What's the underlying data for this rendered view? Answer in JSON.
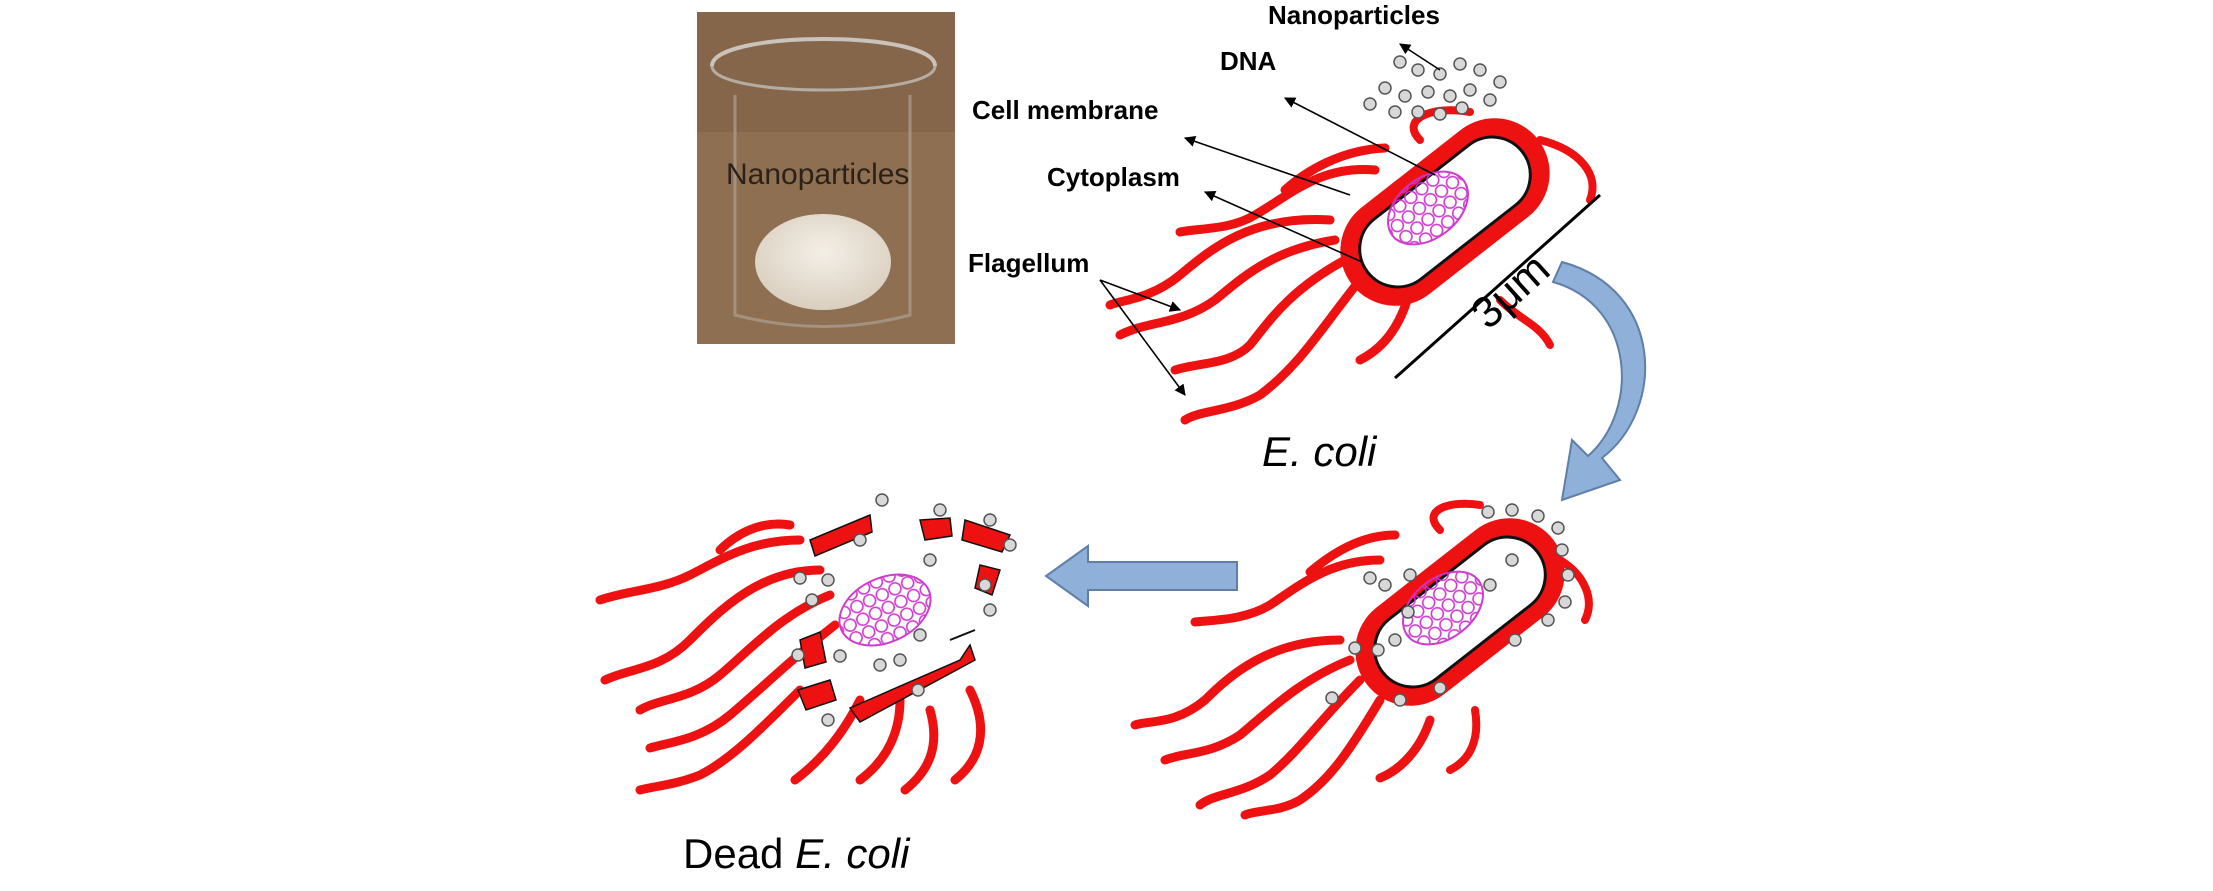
{
  "beaker": {
    "label": "Nanoparticles"
  },
  "labels": {
    "nanoparticles": "Nanoparticles",
    "dna": "DNA",
    "cell_membrane": "Cell membrane",
    "cytoplasm": "Cytoplasm",
    "flagellum": "Flagellum",
    "scale": "3μm"
  },
  "captions": {
    "ecoli": "E. coli",
    "dead_prefix": "Dead",
    "dead_ecoli": "E. coli"
  },
  "colors": {
    "flagella": "#ee1111",
    "dna": "#cc33cc",
    "arrow_fill": "#8fb0d8",
    "arrow_stroke": "#5f7fa8",
    "particle_fill": "#d8d8d8",
    "beaker_bg": "#8f6f52"
  }
}
